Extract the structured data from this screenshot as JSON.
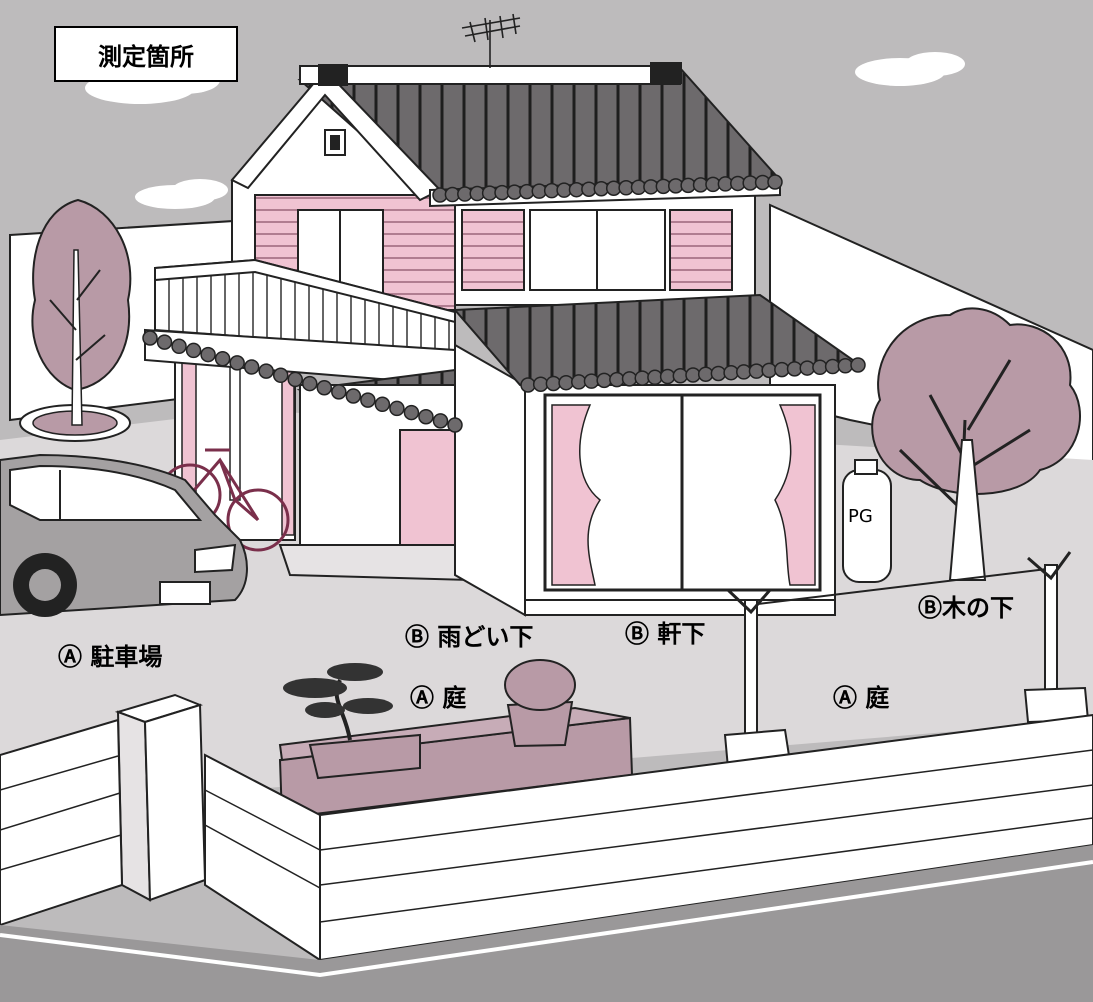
{
  "title": "測定箇所",
  "labels": {
    "parking": "Ⓐ 駐車場",
    "gutter": "Ⓑ 雨どい下",
    "eaves": "Ⓑ 軒下",
    "under_tree": "Ⓑ木の下",
    "garden_left": "Ⓐ 庭",
    "garden_right": "Ⓐ 庭",
    "gas_tank": "PG"
  },
  "colors": {
    "ground": "#dcd9da",
    "sky": "#bdbbbc",
    "pink": "#f0c3d2",
    "mauve": "#b89aa6",
    "roof": "#6d6a6c",
    "car": "#a4a1a2",
    "wall": "#ffffff",
    "road": "#9a9899",
    "line": "#222222"
  }
}
